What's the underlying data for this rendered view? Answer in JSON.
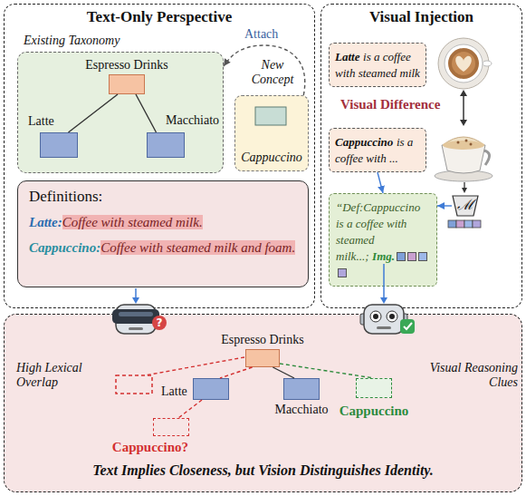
{
  "diagram": {
    "nodes": [
      {
        "text": [
          "Text-Only Perspective"
        ]
      },
      {
        "text": [
          "Existing Taxonomy"
        ],
        "in": 0
      },
      {
        "text": [
          "Espresso Drinks"
        ],
        "in": 1
      },
      {
        "text": [
          "Latte"
        ],
        "in": 1
      },
      {
        "text": [
          "Macchiato"
        ],
        "in": 1
      },
      {
        "text": [
          "New Concept",
          "Cappuccino"
        ],
        "in": 0
      },
      {
        "text": [
          "Definitions:",
          "Latte:",
          "Coffee with steamed milk.",
          "Cappuccino:",
          "Coffee with steamed milk and foam."
        ],
        "in": 0
      },
      {
        "text": [
          "Visual Injection"
        ]
      },
      {
        "text": [
          "Latte",
          "is a coffee with steamed milk"
        ],
        "in": 7
      },
      {
        "text": [
          "Cappuccino",
          "is a coffee with ..."
        ],
        "in": 7
      },
      {
        "text": [
          "ℳ"
        ],
        "in": 7
      },
      {
        "text": [
          "“Def:Cappuccino is a coffee with steamed milk...;",
          "Img."
        ],
        "in": 7
      },
      {
        "text": [
          "Text Implies Closeness, but Vision Distinguishes Identity."
        ]
      },
      {
        "text": [
          "Espresso Drinks"
        ],
        "in": 12
      },
      {
        "text": [
          "Latte"
        ],
        "in": 12
      },
      {
        "text": [
          "Macchiato"
        ],
        "in": 12
      },
      {
        "text": [
          "Cappuccino?"
        ],
        "in": 12
      },
      {
        "text": [
          "Cappuccino"
        ],
        "in": 12
      }
    ],
    "edges": [
      {
        "from": 2,
        "to": 3,
        "arrow": "none"
      },
      {
        "from": 2,
        "to": 4,
        "arrow": "none"
      },
      {
        "from": 5,
        "to": 1,
        "label": "Attach",
        "arrow": "to"
      },
      {
        "from": 9,
        "to": 11,
        "arrow": "to"
      },
      {
        "from": 10,
        "to": 11,
        "arrow": "to"
      },
      {
        "from": 13,
        "to": 14,
        "arrow": "none"
      },
      {
        "from": 13,
        "to": 15,
        "arrow": "none"
      },
      {
        "from": 14,
        "to": 16,
        "arrow": "none"
      },
      {
        "from": 13,
        "to": 17,
        "arrow": "none"
      }
    ],
    "labels": [
      "Visual Difference",
      "?",
      "High Lexical Overlap",
      "Visual Reasoning Clues"
    ]
  }
}
